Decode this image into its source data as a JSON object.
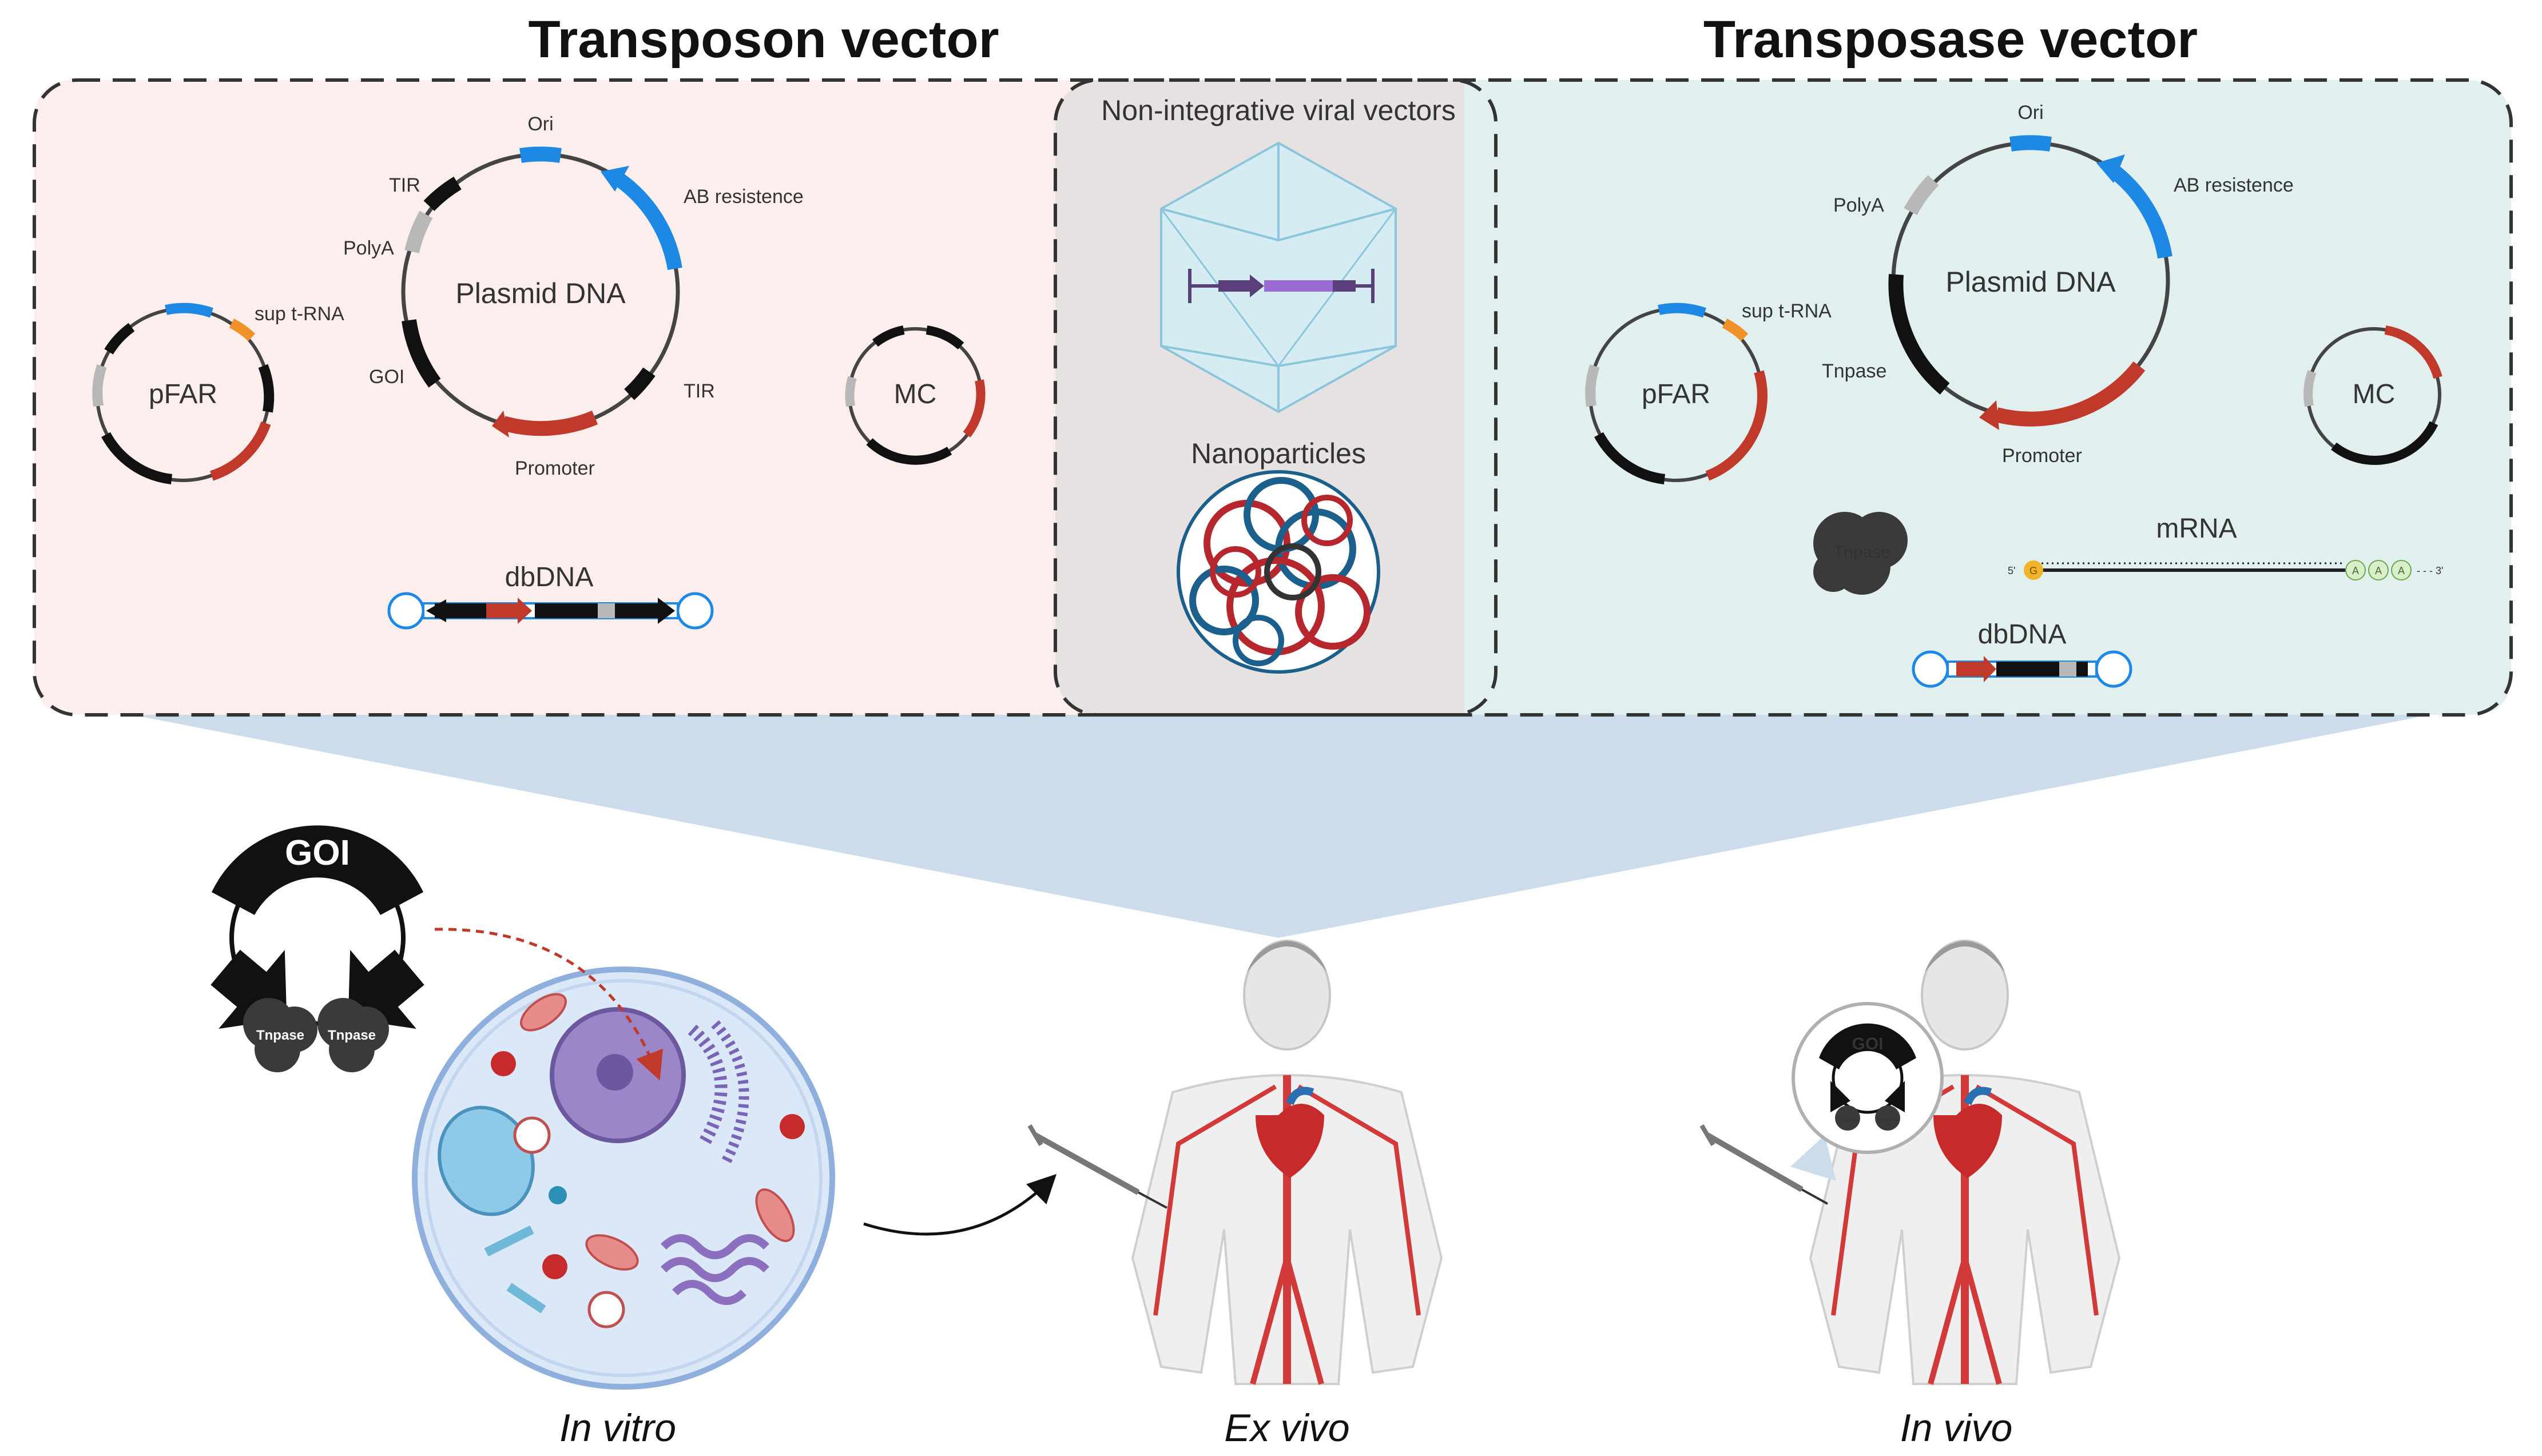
{
  "titles": {
    "transposon": "Transposon vector",
    "transposase": "Transposase vector"
  },
  "transposon_panel": {
    "plasmid": {
      "name": "Plasmid DNA",
      "ori": "Ori",
      "ab": "AB resistence",
      "tir_top": "TIR",
      "polya": "PolyA",
      "goi": "GOI",
      "tir_right": "TIR",
      "promoter": "Promoter"
    },
    "pfar": {
      "name": "pFAR",
      "sup": "sup t-RNA"
    },
    "mc": {
      "name": "MC"
    },
    "dbdna": {
      "name": "dbDNA"
    }
  },
  "middle_panel": {
    "viral": "Non-integrative viral vectors",
    "nano": "Nanoparticles"
  },
  "transposase_panel": {
    "plasmid": {
      "name": "Plasmid DNA",
      "ori": "Ori",
      "ab": "AB resistence",
      "polya": "PolyA",
      "tnpase": "Tnpase",
      "promoter": "Promoter"
    },
    "pfar": {
      "name": "pFAR",
      "sup": "sup t-RNA"
    },
    "mc": {
      "name": "MC"
    },
    "protein": "Tnpase",
    "mrna": {
      "name": "mRNA",
      "five": "5'",
      "cap": "G",
      "a1": "A",
      "a2": "A",
      "a3": "A",
      "three": "- - - 3'"
    },
    "dbdna": {
      "name": "dbDNA"
    }
  },
  "bottom": {
    "goi_big": "GOI",
    "tnpase_1": "Tnpase",
    "tnpase_2": "Tnpase",
    "goi_small": "GOI",
    "tnpase_s1": "Tnpase",
    "tnpase_s2": "Tnpase",
    "in_vitro": "In vitro",
    "ex_vivo": "Ex vivo",
    "in_vivo": "In vivo"
  },
  "colors": {
    "transposon_bg": "#fdeeee",
    "middle_bg": "#e7e2e2",
    "transposase_bg": "#e1efee",
    "funnel": "#cddceb",
    "blue": "#1e88e5",
    "red": "#c0392b",
    "black": "#111111",
    "gray": "#b8b8b8",
    "orange": "#f0922a",
    "cell": "#bcd3f0"
  }
}
